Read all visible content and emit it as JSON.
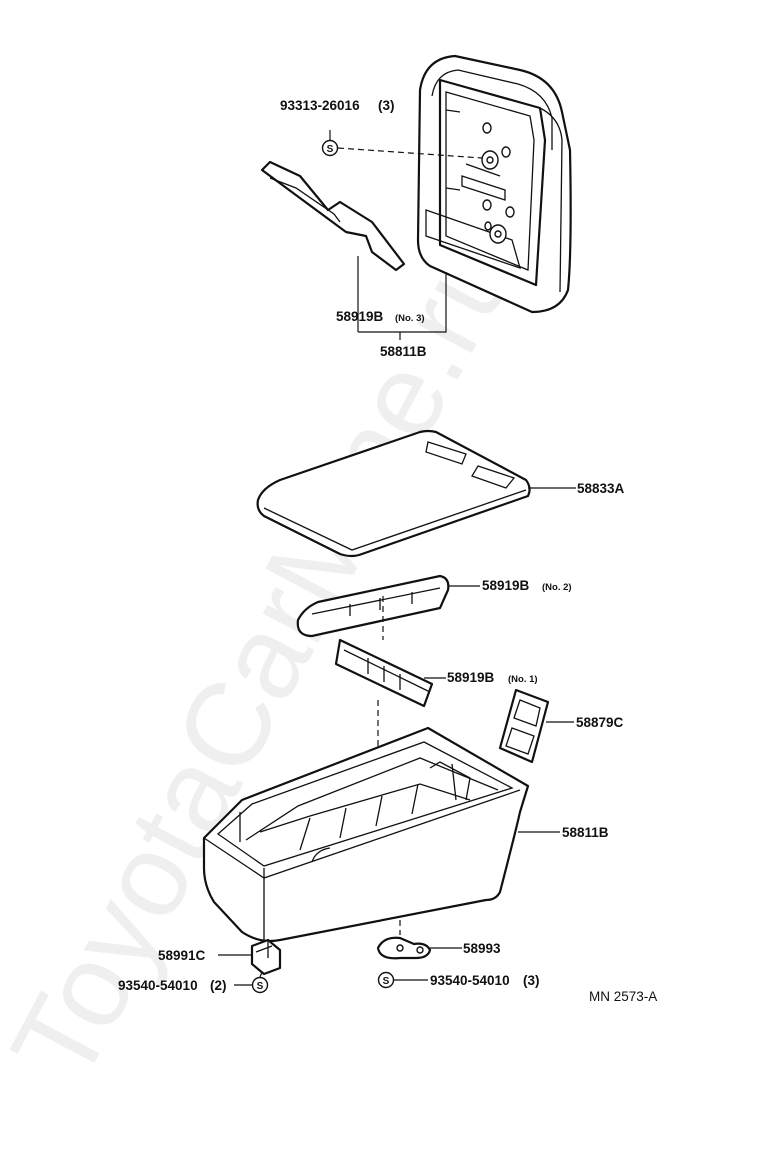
{
  "watermark": "ToyotaCarMine.ru",
  "drawing_code": "MN 2573-A",
  "parts": {
    "bolt_top": {
      "number": "93313-26016",
      "qty": "(3)"
    },
    "lid_panel_small": {
      "number": "58919B",
      "sub": "(No. 3)"
    },
    "lid_assembly": {
      "number": "58811B"
    },
    "lid_top": {
      "number": "58833A"
    },
    "partition_2": {
      "number": "58919B",
      "sub": "(No. 2)"
    },
    "partition_1": {
      "number": "58919B",
      "sub": "(No. 1)"
    },
    "tray": {
      "number": "58879C"
    },
    "box": {
      "number": "58811B"
    },
    "clip": {
      "number": "58991C"
    },
    "screw_left": {
      "number": "93540-54010",
      "qty": "(2)"
    },
    "latch": {
      "number": "58993"
    },
    "screw_right": {
      "number": "93540-54010",
      "qty": "(3)"
    }
  },
  "screw_symbol": "S"
}
